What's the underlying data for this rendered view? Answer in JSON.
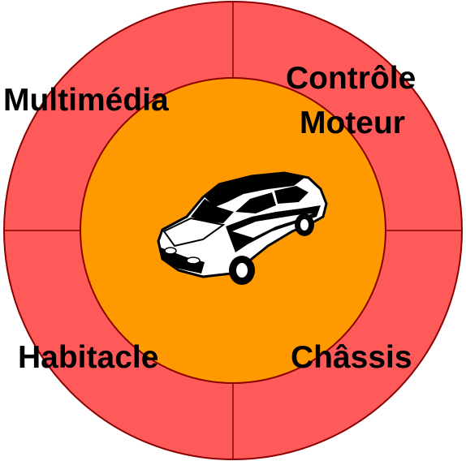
{
  "diagram": {
    "segments": {
      "top_left": "Multimédia",
      "top_right": [
        "Contrôle",
        "Moteur"
      ],
      "bottom_left": "Habitacle",
      "bottom_right": "Châssis"
    },
    "center_icon": "car-icon",
    "colors": {
      "outer_ring": "#ff5a5a",
      "inner_circle": "#ff9900",
      "outline": "#8b0000"
    }
  }
}
